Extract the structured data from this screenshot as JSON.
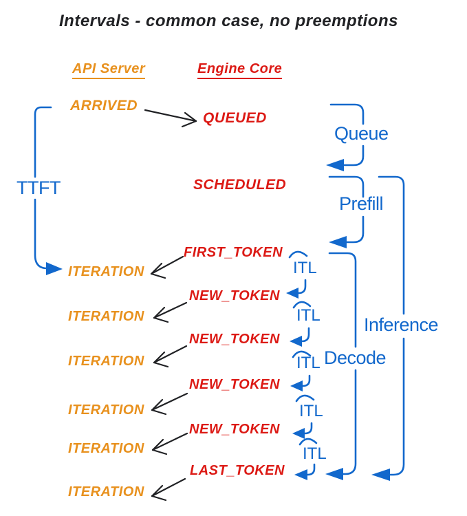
{
  "title": "Intervals - common case, no preemptions",
  "columns": {
    "api_server": "API Server",
    "engine_core": "Engine Core"
  },
  "events": {
    "arrived": "ARRIVED",
    "queued": "QUEUED",
    "scheduled": "SCHEDULED",
    "first_token": "FIRST_TOKEN",
    "new_token": "NEW_TOKEN",
    "last_token": "LAST_TOKEN",
    "iteration": "ITERATION"
  },
  "intervals": {
    "ttft": "TTFT",
    "queue": "Queue",
    "prefill": "Prefill",
    "decode": "Decode",
    "inference": "Inference",
    "itl": "ITL"
  },
  "structure": {
    "iteration_count": 6,
    "new_token_count": 4,
    "itl_count": 5
  },
  "colors": {
    "orange": "#E8911E",
    "red": "#DC1A15",
    "blue": "#1268CC",
    "black": "#202124"
  }
}
